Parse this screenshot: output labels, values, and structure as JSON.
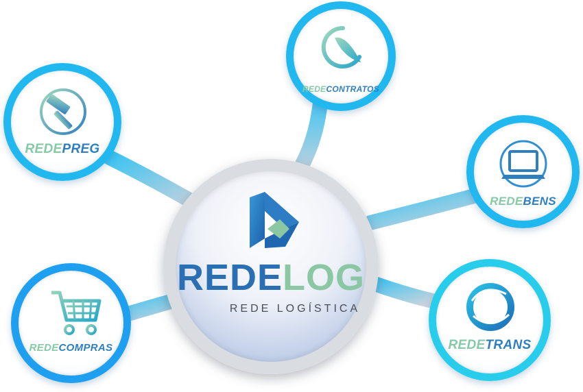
{
  "hub": {
    "name_part1": "REDE",
    "name_part2": "LOG",
    "subtitle": "REDE LOGÍSTICA"
  },
  "nodes": [
    {
      "id": "redepreg",
      "prefix": "REDE",
      "suffix": "PREG",
      "icon": "gavel-icon"
    },
    {
      "id": "redecontratos",
      "prefix": "REDE",
      "suffix": "CONTRATOS",
      "icon": "quill-pen-icon"
    },
    {
      "id": "redebens",
      "prefix": "REDE",
      "suffix": "BENS",
      "icon": "laptop-icon"
    },
    {
      "id": "redecompras",
      "prefix": "REDE",
      "suffix": "COMPRAS",
      "icon": "shopping-cart-icon"
    },
    {
      "id": "redetrans",
      "prefix": "REDE",
      "suffix": "TRANS",
      "icon": "circular-swirl-icon"
    }
  ],
  "colors": {
    "ring_sky": "#21b8f0",
    "ring_cyan": "#27cdea",
    "ring_blue": "#1f9ff0",
    "brand_blue": "#2f7fbf",
    "brand_green": "#86c9a6",
    "hub_ring": "#d9dde2"
  }
}
